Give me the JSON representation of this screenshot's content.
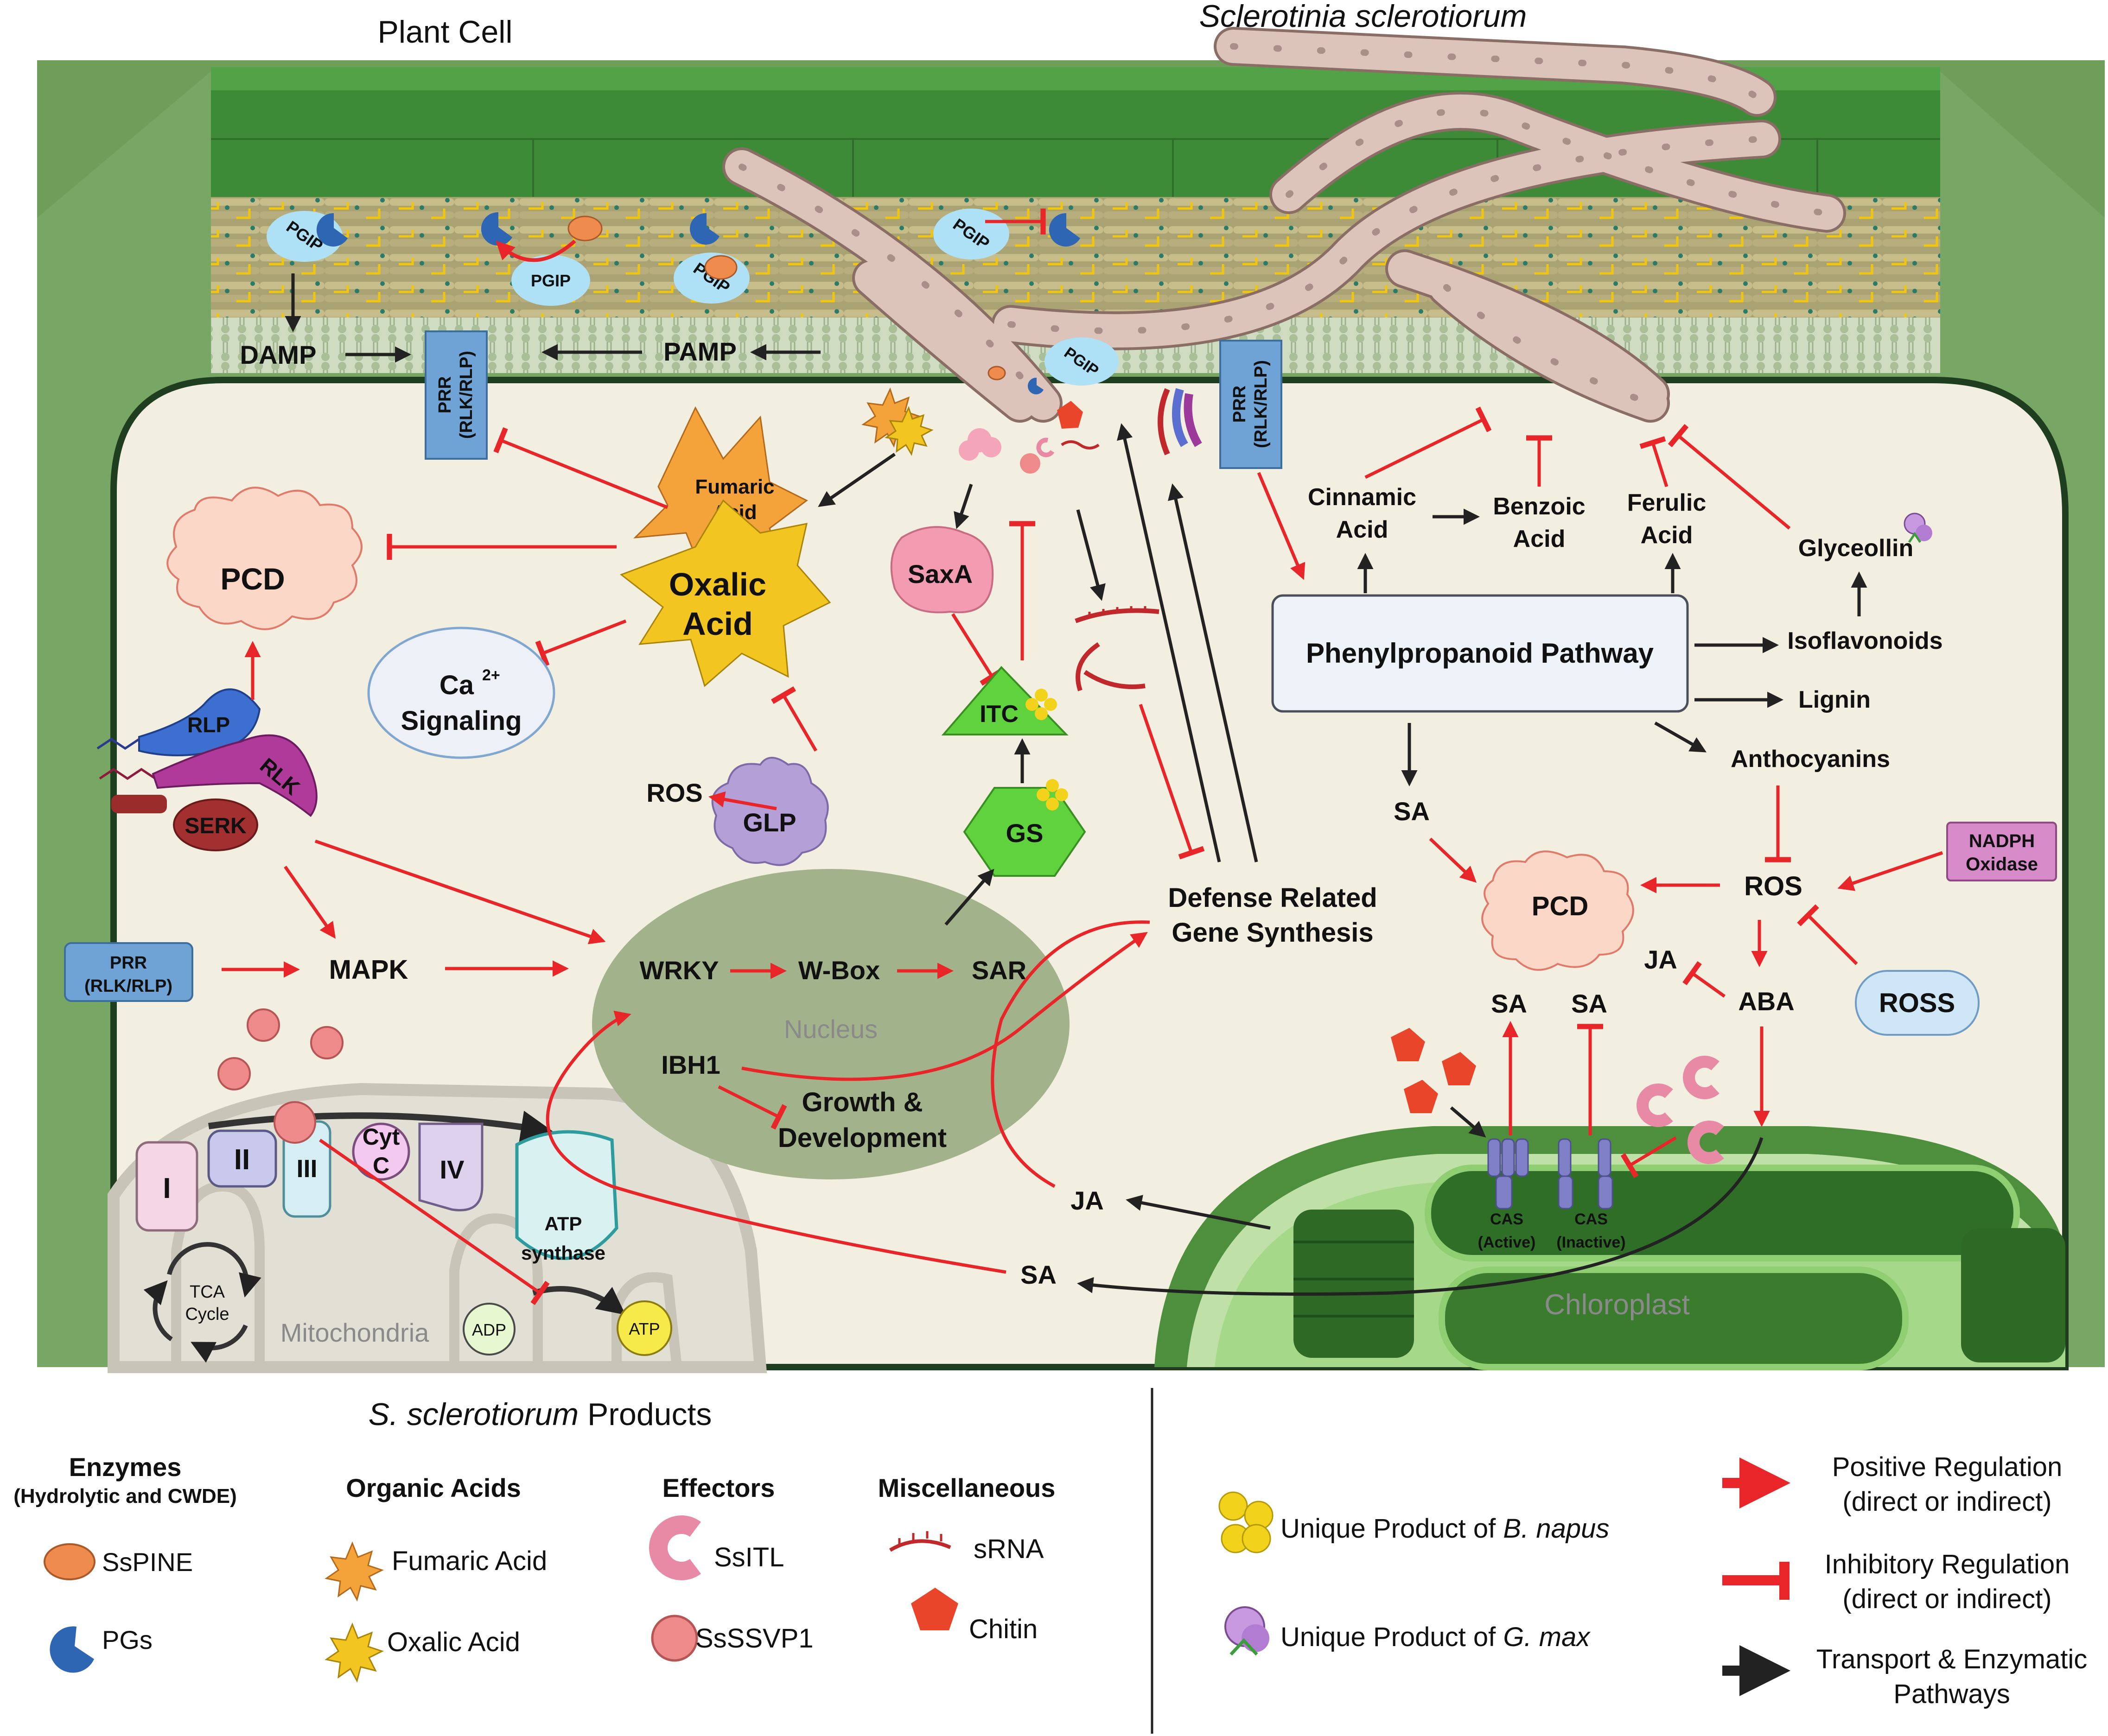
{
  "header": {
    "plant_cell": "Plant Cell",
    "fungus": "Sclerotinia sclerotiorum"
  },
  "wall": {
    "pgip": "PGIP",
    "damp": "DAMP",
    "pamp": "PAMP",
    "prr": "PRR",
    "prr_sub": "(RLK/RLP)"
  },
  "nodes": {
    "fumaric_acid": [
      "Fumaric",
      "Acid"
    ],
    "oxalic_acid": [
      "Oxalic",
      "Acid"
    ],
    "pcd": "PCD",
    "ca": "Ca",
    "ca_sup": "2+",
    "signaling": "Signaling",
    "rlp": "RLP",
    "rlk": "RLK",
    "serk": "SERK",
    "ros": "ROS",
    "glp": "GLP",
    "saxa": "SaxA",
    "itc": "ITC",
    "gs": "GS",
    "defense": [
      "Defense Related",
      "Gene Synthesis"
    ],
    "mapk": "MAPK",
    "wrky": "WRKY",
    "wbox": "W-Box",
    "sar": "SAR",
    "nucleus": "Nucleus",
    "ibh1": "IBH1",
    "growth": [
      "Growth &",
      "Development"
    ],
    "cinnamic": [
      "Cinnamic",
      "Acid"
    ],
    "benzoic": [
      "Benzoic",
      "Acid"
    ],
    "ferulic": [
      "Ferulic",
      "Acid"
    ],
    "glyceollin": "Glyceollin",
    "phenyl": "Phenylpropanoid Pathway",
    "isoflavonoids": "Isoflavonoids",
    "lignin": "Lignin",
    "anthocyanins": "Anthocyanins",
    "sa": "SA",
    "nadph": [
      "NADPH",
      "Oxidase"
    ],
    "ja": "JA",
    "aba": "ABA",
    "ross": "ROSS",
    "cas_active": [
      "CAS",
      "(Active)"
    ],
    "cas_inactive": [
      "CAS",
      "(Inactive)"
    ],
    "chloroplast": "Chloroplast"
  },
  "mito": {
    "c1": "I",
    "c2": "II",
    "c3": "III",
    "cyt": [
      "Cyt",
      "C"
    ],
    "c4": "IV",
    "atp_synthase": [
      "ATP",
      "synthase"
    ],
    "tca": [
      "TCA",
      "Cycle"
    ],
    "label": "Mitochondria",
    "adp": "ADP",
    "atp": "ATP"
  },
  "legend": {
    "products_italic": "S. sclerotiorum",
    "products_rest": " Products",
    "enzymes_title": "Enzymes",
    "enzymes_sub": "(Hydrolytic and CWDE)",
    "sspine": "SsPINE",
    "pgs": "PGs",
    "organic_title": "Organic Acids",
    "fumaric": "Fumaric Acid",
    "oxalic": "Oxalic Acid",
    "effectors_title": "Effectors",
    "ssitl": "SsITL",
    "sssvp1": "SsSSVP1",
    "misc_title": "Miscellaneous",
    "srna": "sRNA",
    "chitin": "Chitin",
    "unique_prefix": "Unique Product of ",
    "bnapus": "B. napus",
    "gmax": "G. max",
    "positive": [
      "Positive Regulation",
      "(direct or indirect)"
    ],
    "inhibitory": [
      "Inhibitory Regulation",
      "(direct or indirect)"
    ],
    "transport": [
      "Transport & Enzymatic",
      "Pathways"
    ]
  },
  "colors": {
    "cell_wall_green": "#6f9e5a",
    "wall_top": "#3f8f3a",
    "cytoplasm": "#f3efe0",
    "nucleus": "#a2b38c",
    "positive_red": "#e8262a",
    "black_arrow": "#222222",
    "hypha": "#dcc4bb",
    "pgip_blue": "#aee0f6",
    "prr_blue": "#6fa3d6",
    "oxalic_yellow": "#f2c520",
    "fumaric_orange": "#f4a23a",
    "pcd_pink": "#fbd7c8",
    "saxa_pink": "#f39bb0",
    "gs_green": "#5fd23e",
    "chloroplast_green": "#4e8f3d",
    "ross_blue": "#cfe6f7",
    "nadph_purple": "#d78ac8"
  }
}
